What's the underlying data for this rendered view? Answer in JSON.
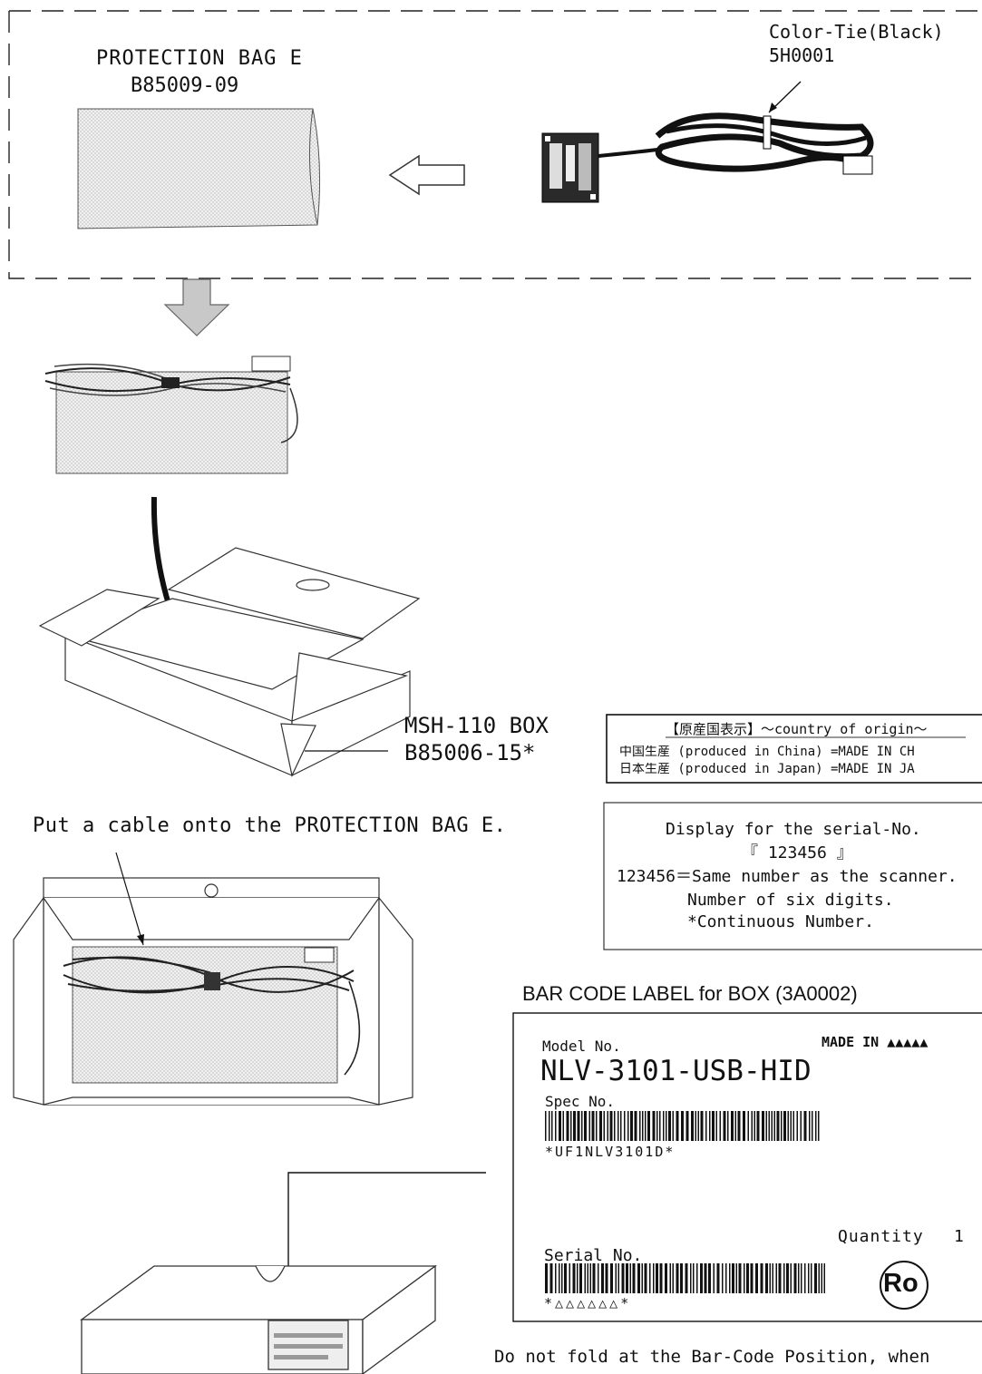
{
  "top_section": {
    "bag_name": "PROTECTION BAG E",
    "bag_code": "B85009-09",
    "tie_name": "Color-Tie(Black)",
    "tie_code": "5H0001"
  },
  "box": {
    "name": "MSH-110 BOX",
    "code": "B85006-15*"
  },
  "instruction": "Put a cable onto the PROTECTION BAG E.",
  "origin_table": {
    "header": "【原産国表示】～country of origin～",
    "rows": [
      "中国生産 (produced in China) =MADE IN CH",
      "日本生産 (produced in Japan) =MADE IN JA"
    ]
  },
  "serial_display": {
    "line1": "Display for the serial-No.",
    "line2": "『 123456 』",
    "line3": "123456＝Same number as the scanner.",
    "line4": "Number of six digits.",
    "line5": "*Continuous Number."
  },
  "barcode_label": {
    "title": "BAR CODE LABEL for BOX (3A0002)",
    "model_label": "Model No.",
    "made_in": "MADE IN ▲▲▲▲▲",
    "model_value": "NLV-3101-USB-HID",
    "spec_label": "Spec No.",
    "spec_value": "*UF1NLV3101D*",
    "quantity_label": "Quantity",
    "quantity_value": "1",
    "serial_label": "Serial No.",
    "serial_value": "*△△△△△△*",
    "ro_mark": "Ro"
  },
  "footer_note": "Do not fold at the Bar-Code Position, when"
}
